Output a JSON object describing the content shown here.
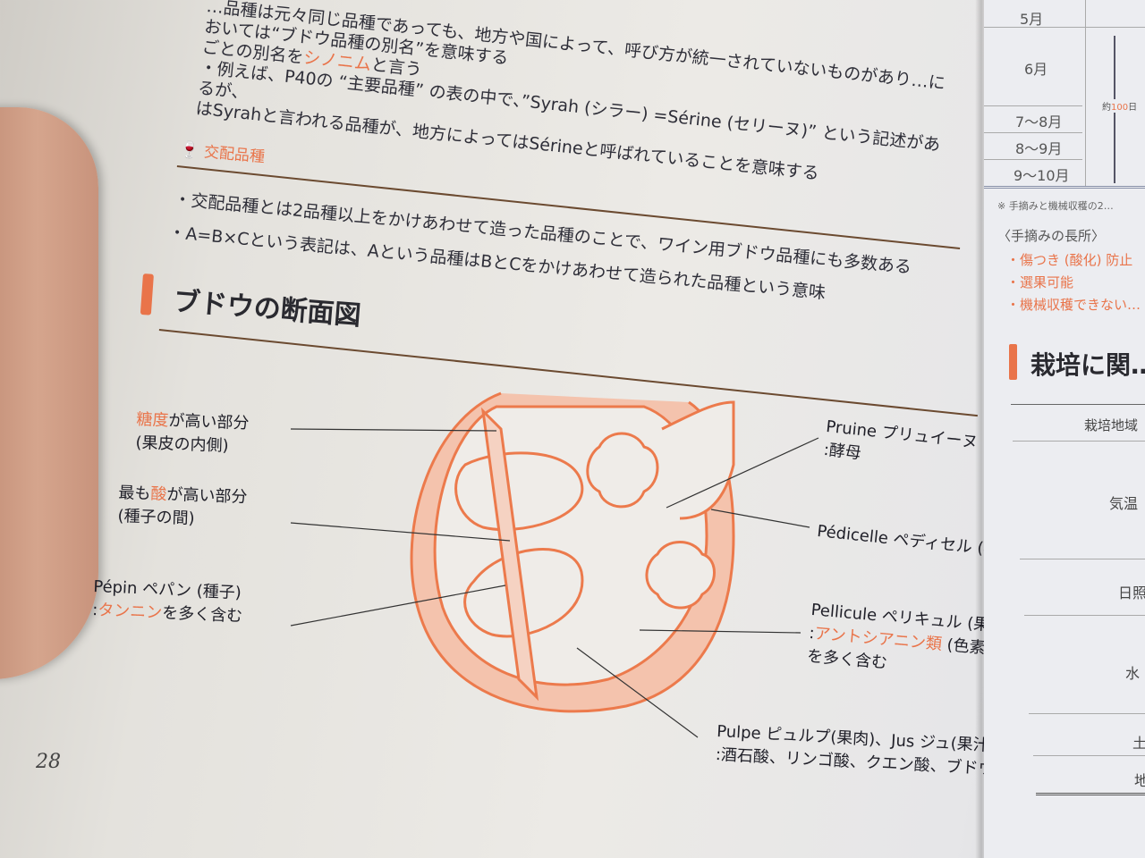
{
  "intro": {
    "line1": "…品種は元々同じ品種であっても、地方や国によって、呼び方が統一されていないものがあり…においては“ブドウ品種の別名”を意味する",
    "line2_pre": "ごとの別名を",
    "line2_hl": "シノニム",
    "line2_post": "と言う",
    "line3": "・例えば、P40の “主要品種” の表の中で、”Syrah (シラー) =Sérine (セリーヌ)” という記述があるが、",
    "line4": "はSyrahと言われる品種が、地方によってはSérineと呼ばれていることを意味する"
  },
  "crossbreed": {
    "heading": "交配品種",
    "bullet1": "・交配品種とは2品種以上をかけあわせて造った品種のことで、ワイン用ブドウ品種にも多数ある",
    "bullet2": "・A=B×Cという表記は、Aという品種はBとCをかけあわせて造られた品種という意味"
  },
  "section": {
    "title": "ブドウの断面図"
  },
  "diagram": {
    "sugar": {
      "hl": "糖度",
      "rest": "が高い部分",
      "sub": "(果皮の内側)"
    },
    "acid": {
      "pre": "最も",
      "hl": "酸",
      "rest": "が高い部分",
      "sub": "(種子の間)"
    },
    "pepin": {
      "line1": "Pépin ペパン (種子)",
      "pre": ":",
      "hl": "タンニン",
      "rest": "を多く含む"
    },
    "pruine": {
      "line1": "Pruine プリュイーヌ (果粉)",
      "line2": ":酵母"
    },
    "pedicelle": {
      "line1": "Pédicelle ペディセル (梗)"
    },
    "pellicule": {
      "line1": "Pellicule ペリキュル (果皮)",
      "pre": ":",
      "hl": "アントシアニン類",
      "rest": " (色素)",
      "line3": "を多く含む"
    },
    "pulpe": {
      "line1": "Pulpe ピュルプ(果肉)、Jus ジュ(果汁)",
      "line2": ":酒石酸、リンゴ酸、クエン酸、ブドウ…"
    }
  },
  "page_number": "28",
  "right_page": {
    "months": [
      "5月",
      "6月",
      "7〜8月",
      "8〜9月",
      "9〜10月"
    ],
    "duration_pre": "約",
    "duration_num": "100",
    "duration_post": "日",
    "note": "※ 手摘みと機械収穫の2…",
    "merits_title": "〈手摘みの長所〉",
    "merits": [
      "・傷つき (酸化) 防止",
      "・選果可能",
      "・機械収穫できない…"
    ],
    "heading": "栽培に関…",
    "table": [
      "栽培地域",
      "気温",
      "日照",
      "水",
      "土",
      "地"
    ]
  },
  "colors": {
    "accent": "#e9744a",
    "rule": "#6b4a30"
  }
}
